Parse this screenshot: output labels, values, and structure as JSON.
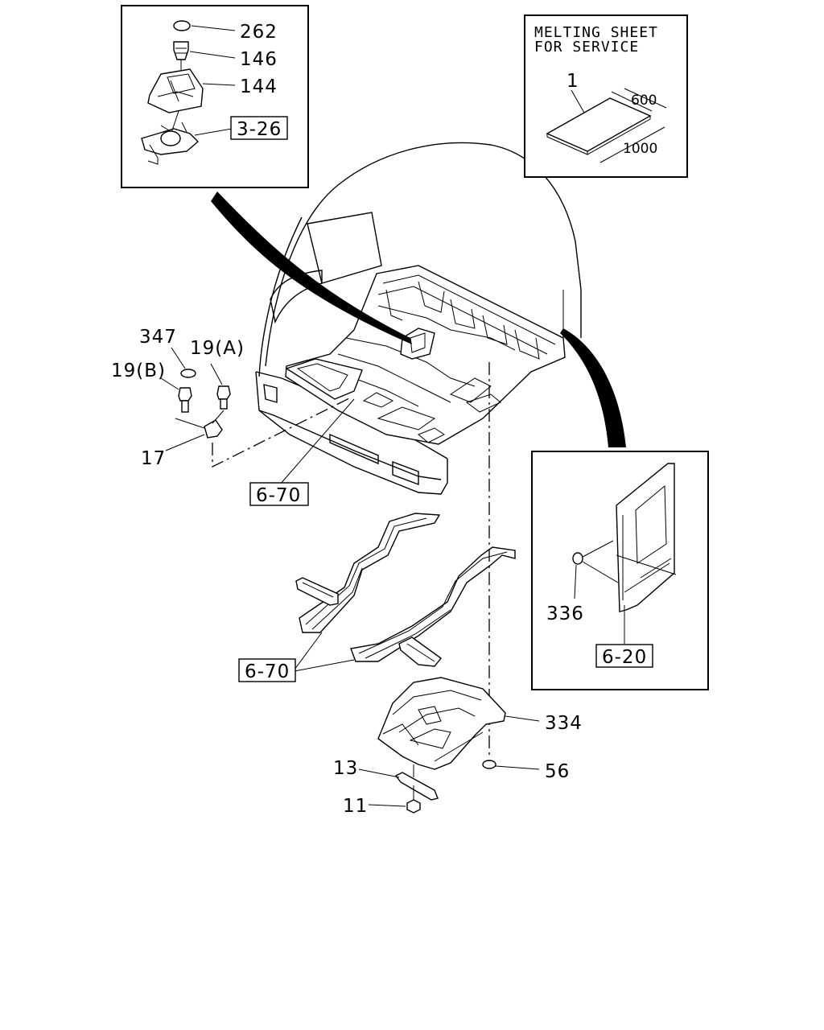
{
  "note": {
    "line1": "MELTING SHEET",
    "line2": "FOR SERVICE",
    "part_no": "1",
    "dim_width": "600",
    "dim_length": "1000"
  },
  "callouts": {
    "c262": "262",
    "c146": "146",
    "c144": "144",
    "ref_3_26": "3-26",
    "c347": "347",
    "c19a": "19(A)",
    "c19b": "19(B)",
    "c17": "17",
    "ref_6_70_a": "6-70",
    "ref_6_70_b": "6-70",
    "c336": "336",
    "ref_6_20": "6-20",
    "c334": "334",
    "c56": "56",
    "c13": "13",
    "c11": "11"
  }
}
